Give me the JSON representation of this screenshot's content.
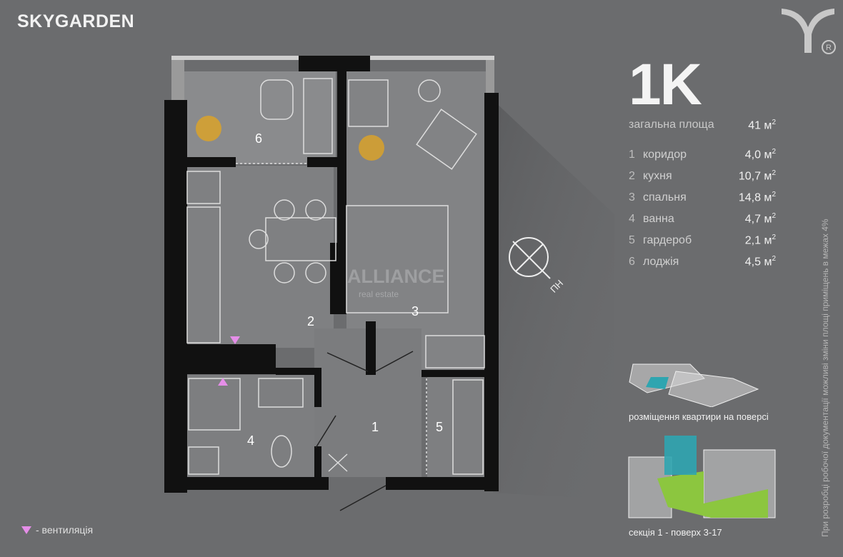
{
  "brand": "SKYGARDEN",
  "apartment_type": "1K",
  "total": {
    "label": "загальна площа",
    "value": "41 м",
    "unit_sup": "2"
  },
  "rooms": [
    {
      "num": "1",
      "name": "коридор",
      "area": "4,0 м"
    },
    {
      "num": "2",
      "name": "кухня",
      "area": "10,7 м"
    },
    {
      "num": "3",
      "name": "спальня",
      "area": "14,8 м"
    },
    {
      "num": "4",
      "name": "ванна",
      "area": "4,7 м"
    },
    {
      "num": "5",
      "name": "гардероб",
      "area": "2,1 м"
    },
    {
      "num": "6",
      "name": "лоджія",
      "area": "4,5 м"
    }
  ],
  "sup": "2",
  "plan_labels": {
    "r1": "1",
    "r2": "2",
    "r3": "3",
    "r4": "4",
    "r5": "5",
    "r6": "6",
    "north": "ПН"
  },
  "watermark": {
    "title": "ALLIANCE",
    "subtitle": "real estate"
  },
  "floor_caption": "розміщення квартири на поверсі",
  "section_caption": "секція 1 - поверх 3-17",
  "legend": "- вентиляція",
  "note": "При розробці робочої документації можливі зміни площі приміщень в межах 4%",
  "colors": {
    "background": "#6b6c6e",
    "wall": "#111111",
    "highlight": "#2fa5b0",
    "green": "#8cc63f",
    "vent": "#e58ee8"
  }
}
